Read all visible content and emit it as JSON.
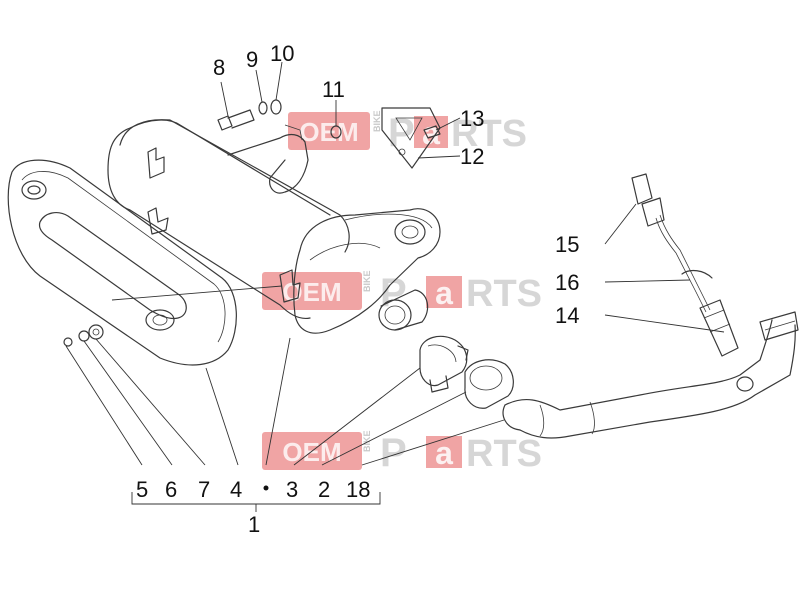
{
  "callouts": {
    "c1": "1",
    "c2": "2",
    "c3": "3",
    "c4": "4",
    "c5": "5",
    "c6": "6",
    "c7": "7",
    "c8": "8",
    "c9": "9",
    "c10": "10",
    "c11": "11",
    "c12": "12",
    "c13": "13",
    "c14": "14",
    "c15": "15",
    "c16": "16",
    "c18": "18"
  },
  "watermark": {
    "oem": "OEM",
    "bike": "BIKE",
    "parts_p": "P",
    "parts_a": "a",
    "parts_rts": "RTS",
    "oem_color": "#e35a5a",
    "parts_color": "#c9c9c9",
    "a_color": "#e35a5a"
  }
}
